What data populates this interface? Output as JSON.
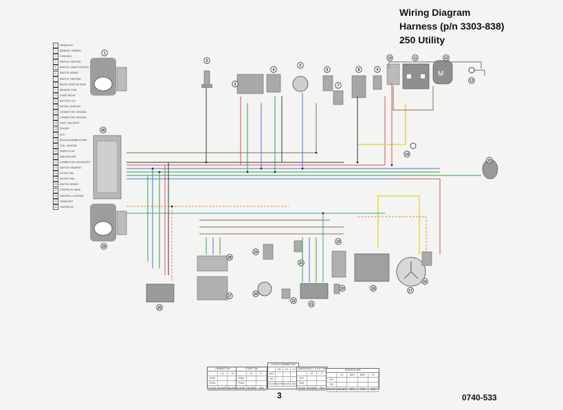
{
  "title": {
    "line1": "Wiring Diagram",
    "line2": "Harness (p/n 3303-838)",
    "line3": "250 Utility"
  },
  "page_number": "3",
  "doc_number": "0740-533",
  "legend": [
    {
      "num": "1",
      "name": "HEADLIGHT"
    },
    {
      "num": "2",
      "name": "SENSOR, THERMO"
    },
    {
      "num": "3",
      "name": "FUSE BOX"
    },
    {
      "num": "4",
      "name": "SWITCH, IGNITION"
    },
    {
      "num": "5",
      "name": "SWITCH, GEAR POSITION"
    },
    {
      "num": "6",
      "name": "SWITCH, BRAKE"
    },
    {
      "num": "7",
      "name": "SWITCH, NEUTRAL"
    },
    {
      "num": "8",
      "name": "RELAY, START IN GEAR"
    },
    {
      "num": "9",
      "name": "SENSOR, FUEL"
    },
    {
      "num": "10",
      "name": "START RELAY"
    },
    {
      "num": "11",
      "name": "BATTERY, 12V"
    },
    {
      "num": "12",
      "name": "MOTOR, STARTER"
    },
    {
      "num": "13",
      "name": "CONNECTOR, GROUND"
    },
    {
      "num": "14",
      "name": "CONNECTOR, GROUND"
    },
    {
      "num": "15",
      "name": "LIGHT, TAIL/STOP"
    },
    {
      "num": "16",
      "name": "PULSER"
    },
    {
      "num": "17",
      "name": "ACG"
    },
    {
      "num": "18",
      "name": "REGULATOR/RECTIFIER"
    },
    {
      "num": "19",
      "name": "COIL, IGNITION"
    },
    {
      "num": "20",
      "name": "SPARK PLUG"
    },
    {
      "num": "21",
      "name": "IGNITION UNIT"
    },
    {
      "num": "22",
      "name": "CONNECTOR, ACCESSORY"
    },
    {
      "num": "23",
      "name": "SWITCH, REVERSE"
    },
    {
      "num": "24",
      "name": "FILTER, FAN"
    },
    {
      "num": "25",
      "name": "MOTOR, FAN"
    },
    {
      "num": "26",
      "name": "SWITCH, BRAKE"
    },
    {
      "num": "27",
      "name": "CONTROLS, HAND"
    },
    {
      "num": "28",
      "name": "CONTROL, LIGHTING"
    },
    {
      "num": "29",
      "name": "HEADLIGHT"
    },
    {
      "num": "30",
      "name": "GAUGE/LCD"
    }
  ],
  "callouts": [
    "1",
    "2",
    "3",
    "4",
    "5",
    "6",
    "7",
    "8",
    "9",
    "10",
    "11",
    "12",
    "13",
    "14",
    "15",
    "16",
    "17",
    "18",
    "19",
    "20",
    "21",
    "22",
    "23",
    "24",
    "25",
    "26",
    "27",
    "28",
    "29",
    "30"
  ],
  "tables": [
    {
      "header": "DIMMER SW",
      "rows": [
        [
          "",
          "LO",
          "HI"
        ],
        [
          "FREE",
          "",
          ""
        ],
        [
          "PUSH",
          "",
          ""
        ],
        [
          "COLOR",
          "BLU/WHT",
          "BLU/GRN"
        ]
      ]
    },
    {
      "header": "START SW",
      "rows": [
        [
          "",
          "IG",
          "E"
        ],
        [
          "FREE",
          "",
          ""
        ],
        [
          "PUSH",
          "",
          ""
        ],
        [
          "COLOR",
          "YEL/RED",
          "GRN"
        ]
      ]
    },
    {
      "header": "LIGHTS DIMMER SW",
      "rows": [
        [
          "",
          "HO",
          "LO",
          "HI"
        ],
        [
          "OFF",
          "",
          "",
          ""
        ],
        [
          "ON",
          "",
          "",
          ""
        ],
        [
          "COLOR",
          "BLU/WHT",
          "BLU/GRN",
          "BLU"
        ]
      ]
    },
    {
      "header": "EMERGENCY STOP SW",
      "rows": [
        [
          "",
          "IG",
          "E"
        ],
        [
          "OFF",
          "",
          ""
        ],
        [
          "RUN",
          "",
          ""
        ],
        [
          "COLOR",
          "BLK/WHT",
          "GRN"
        ]
      ]
    },
    {
      "header": "IGNITION SW",
      "rows": [
        [
          "",
          "IG",
          "BAT1",
          "BAT2",
          "P1"
        ],
        [
          "OFF",
          "",
          "",
          "",
          ""
        ],
        [
          "ON",
          "",
          "",
          "",
          ""
        ],
        [
          "COLOR",
          "BLK/WHT",
          "BRN",
          "RED",
          "BRN"
        ]
      ]
    }
  ],
  "colors": {
    "wire_green": "#2e9e4a",
    "wire_blue": "#4a6fd0",
    "wire_red": "#d05050",
    "wire_yellow": "#e6d64a",
    "wire_brown": "#8a6a4a",
    "wire_black": "#333333",
    "wire_orange": "#e08a3a",
    "wire_teal": "#3aa0a0",
    "component_fill": "#9a9a9a"
  }
}
